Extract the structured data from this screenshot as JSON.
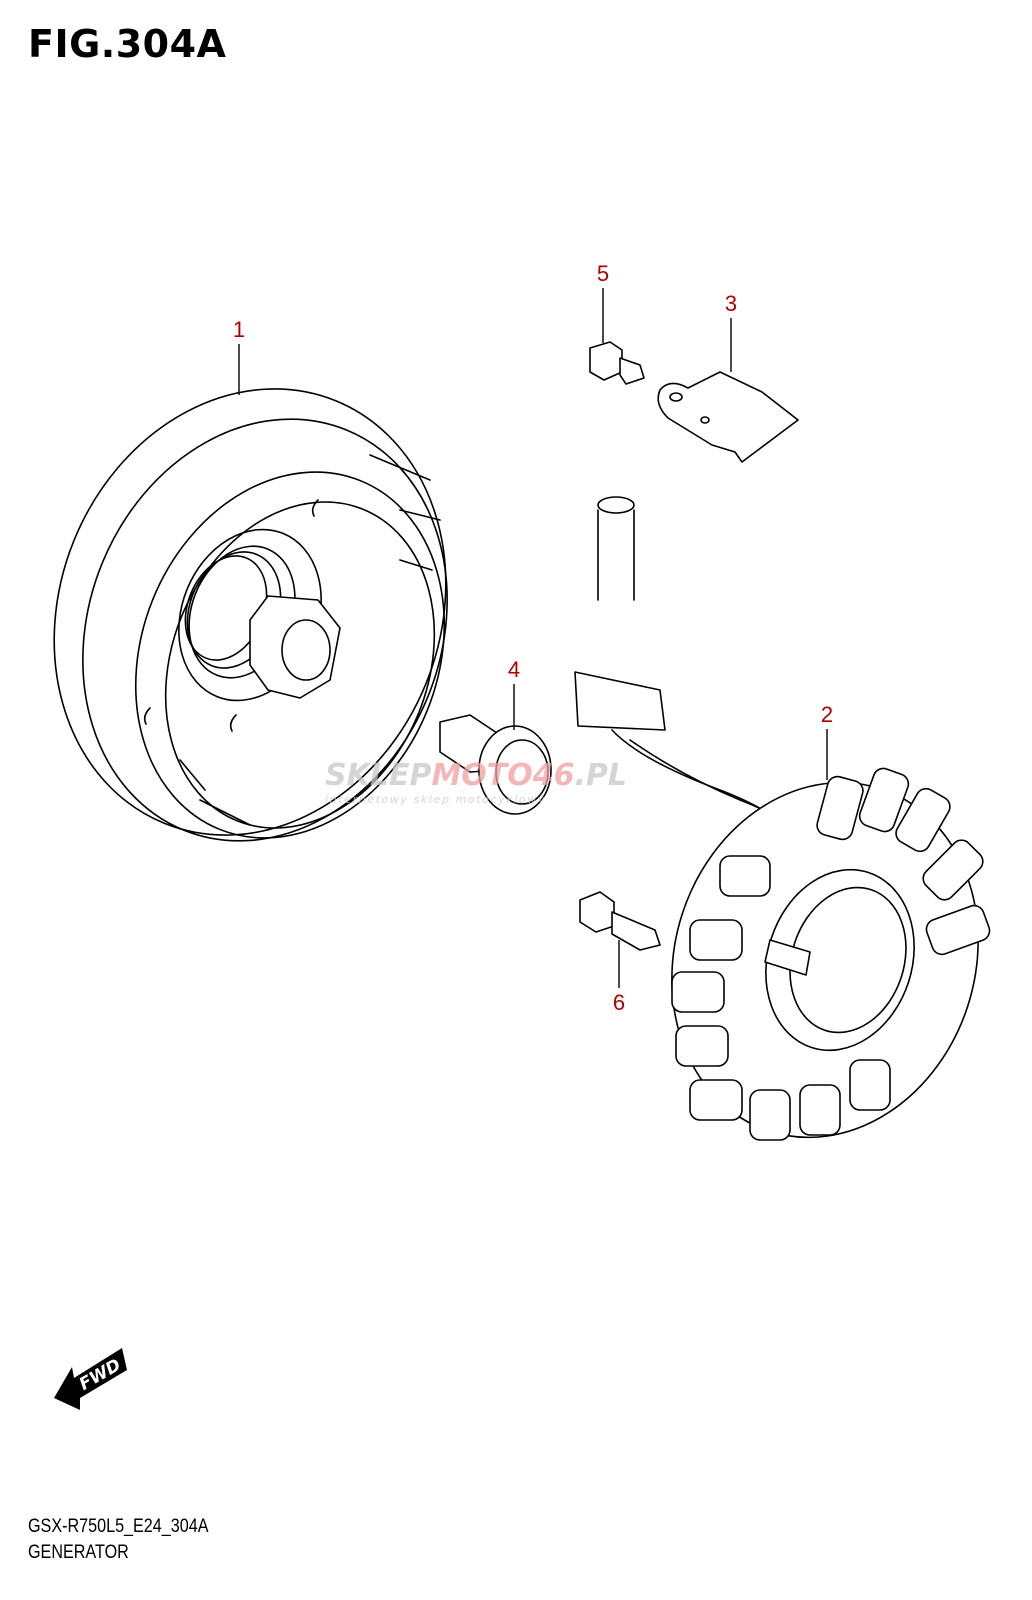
{
  "figure": {
    "title": "FIG.304A",
    "model_code": "GSX-R750L5_E24_304A",
    "section_name": "GENERATOR",
    "fwd_label": "FWD",
    "watermark": {
      "brand": "SKLEPMOTO46.PL",
      "tagline": "internetowy sklep motocyklowy"
    }
  },
  "callouts": [
    {
      "number": "1",
      "part": "flywheel-rotor"
    },
    {
      "number": "2",
      "part": "stator"
    },
    {
      "number": "3",
      "part": "clamp"
    },
    {
      "number": "4",
      "part": "flywheel-bolt"
    },
    {
      "number": "5",
      "part": "clamp-bolt"
    },
    {
      "number": "6",
      "part": "stator-bolt"
    }
  ],
  "colors": {
    "callout": "#b00000",
    "line": "#000000",
    "watermark_gray": "#c8c8c8",
    "watermark_red": "#f0a0a0"
  }
}
